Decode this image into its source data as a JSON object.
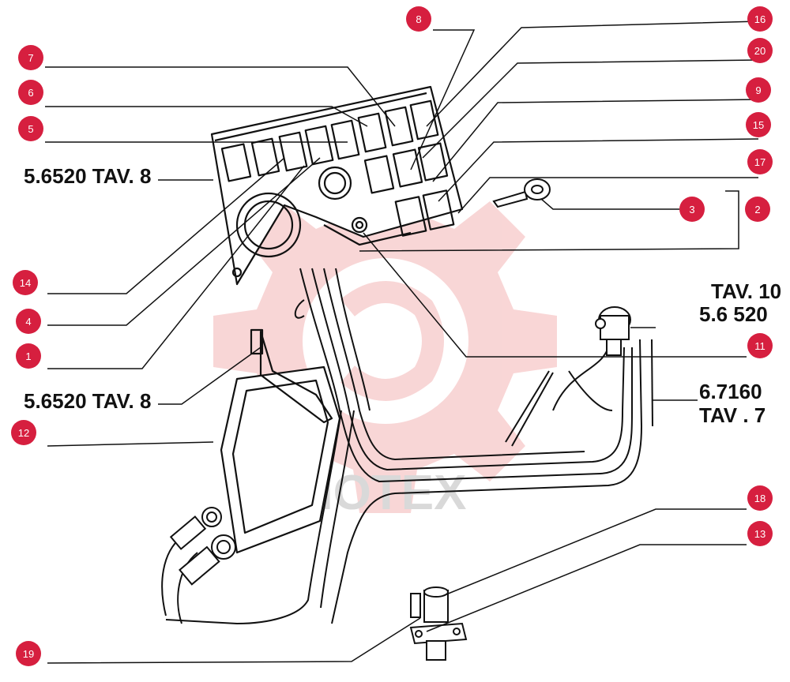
{
  "colors": {
    "callout": "#d61f3f",
    "ink": "#111111",
    "watermark_gear": "#f4b5b5",
    "watermark_text": "#bdbdbd"
  },
  "watermark": {
    "text": "MOTEX"
  },
  "references": {
    "top_left": "5.6520 TAV. 8",
    "mid_left": "5.6520 TAV. 8",
    "right_top_1": "TAV. 10",
    "right_top_2": "5.6 520",
    "right_mid_1": "6.7160",
    "right_mid_2": "TAV . 7"
  },
  "callouts": [
    {
      "id": "c8",
      "label": "8"
    },
    {
      "id": "c16",
      "label": "16"
    },
    {
      "id": "c7",
      "label": "7"
    },
    {
      "id": "c20",
      "label": "20"
    },
    {
      "id": "c6",
      "label": "6"
    },
    {
      "id": "c9",
      "label": "9"
    },
    {
      "id": "c5",
      "label": "5"
    },
    {
      "id": "c15",
      "label": "15"
    },
    {
      "id": "c17",
      "label": "17"
    },
    {
      "id": "c3",
      "label": "3"
    },
    {
      "id": "c2",
      "label": "2"
    },
    {
      "id": "c14",
      "label": "14"
    },
    {
      "id": "c4",
      "label": "4"
    },
    {
      "id": "c1",
      "label": "1"
    },
    {
      "id": "c11",
      "label": "11"
    },
    {
      "id": "c12",
      "label": "12"
    },
    {
      "id": "c18",
      "label": "18"
    },
    {
      "id": "c13",
      "label": "13"
    },
    {
      "id": "c19",
      "label": "19"
    }
  ]
}
